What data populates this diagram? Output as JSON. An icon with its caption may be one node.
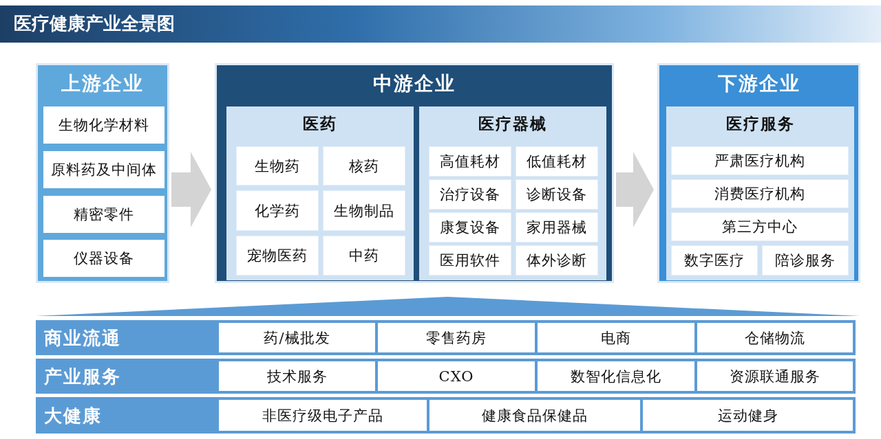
{
  "diagram": {
    "title": "医疗健康产业全景图",
    "nodes": [
      {
        "text": [
          "上游企业"
        ]
      },
      {
        "text": [
          "生物化学材料"
        ],
        "in": 0
      },
      {
        "text": [
          "原料药及中间体"
        ],
        "in": 0
      },
      {
        "text": [
          "精密零件"
        ],
        "in": 0
      },
      {
        "text": [
          "仪器设备"
        ],
        "in": 0
      },
      {
        "text": [
          "中游企业"
        ]
      },
      {
        "text": [
          "医药"
        ],
        "in": 5
      },
      {
        "text": [
          "生物药"
        ],
        "in": 6
      },
      {
        "text": [
          "核药"
        ],
        "in": 6
      },
      {
        "text": [
          "化学药"
        ],
        "in": 6
      },
      {
        "text": [
          "生物制品"
        ],
        "in": 6
      },
      {
        "text": [
          "宠物医药"
        ],
        "in": 6
      },
      {
        "text": [
          "中药"
        ],
        "in": 6
      },
      {
        "text": [
          "医疗器械"
        ],
        "in": 5
      },
      {
        "text": [
          "高值耗材"
        ],
        "in": 13
      },
      {
        "text": [
          "低值耗材"
        ],
        "in": 13
      },
      {
        "text": [
          "治疗设备"
        ],
        "in": 13
      },
      {
        "text": [
          "诊断设备"
        ],
        "in": 13
      },
      {
        "text": [
          "康复设备"
        ],
        "in": 13
      },
      {
        "text": [
          "家用器械"
        ],
        "in": 13
      },
      {
        "text": [
          "医用软件"
        ],
        "in": 13
      },
      {
        "text": [
          "体外诊断"
        ],
        "in": 13
      },
      {
        "text": [
          "下游企业"
        ]
      },
      {
        "text": [
          "医疗服务"
        ],
        "in": 22
      },
      {
        "text": [
          "严肃医疗机构"
        ],
        "in": 23
      },
      {
        "text": [
          "消费医疗机构"
        ],
        "in": 23
      },
      {
        "text": [
          "第三方中心"
        ],
        "in": 23
      },
      {
        "text": [
          "数字医疗"
        ],
        "in": 23
      },
      {
        "text": [
          "陪诊服务"
        ],
        "in": 23
      },
      {
        "text": [
          "商业流通"
        ]
      },
      {
        "text": [
          "药/械批发"
        ],
        "in": 29
      },
      {
        "text": [
          "零售药房"
        ],
        "in": 29
      },
      {
        "text": [
          "电商"
        ],
        "in": 29
      },
      {
        "text": [
          "仓储物流"
        ],
        "in": 29
      },
      {
        "text": [
          "产业服务"
        ]
      },
      {
        "text": [
          "技术服务"
        ],
        "in": 34
      },
      {
        "text": [
          "CXO"
        ],
        "in": 34
      },
      {
        "text": [
          "数智化信息化"
        ],
        "in": 34
      },
      {
        "text": [
          "资源联通服务"
        ],
        "in": 34
      },
      {
        "text": [
          "大健康"
        ]
      },
      {
        "text": [
          "非医疗级电子产品"
        ],
        "in": 39
      },
      {
        "text": [
          "健康食品保健品"
        ],
        "in": 39
      },
      {
        "text": [
          "运动健身"
        ],
        "in": 39
      },
      {
        "text": [],
        "shape": "triangle"
      }
    ],
    "edges": [
      {
        "from": 0,
        "to": 5,
        "arrow": "to"
      },
      {
        "from": 5,
        "to": 22,
        "arrow": "to"
      }
    ]
  }
}
